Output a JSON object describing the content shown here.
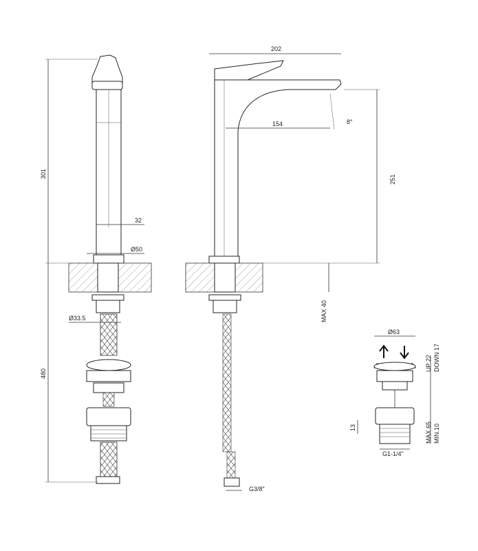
{
  "dimensions": {
    "width_total": "202",
    "reach": "154",
    "angle": "8°",
    "spout_height": "251",
    "max_deck": "MAX 40",
    "body_height": "301",
    "hose_length": "480",
    "body_width": "32",
    "base_diameter": "Ø50",
    "shank_diameter": "Ø33.5",
    "hose_thread": "G3/8\"",
    "waste_cap_diameter": "Ø63",
    "waste_up": "UP 22",
    "waste_down": "DOWN 17",
    "waste_flange": "13",
    "waste_thread": "G1-1/4\"",
    "waste_max": "MAX 65",
    "waste_min": "MIN.10"
  }
}
